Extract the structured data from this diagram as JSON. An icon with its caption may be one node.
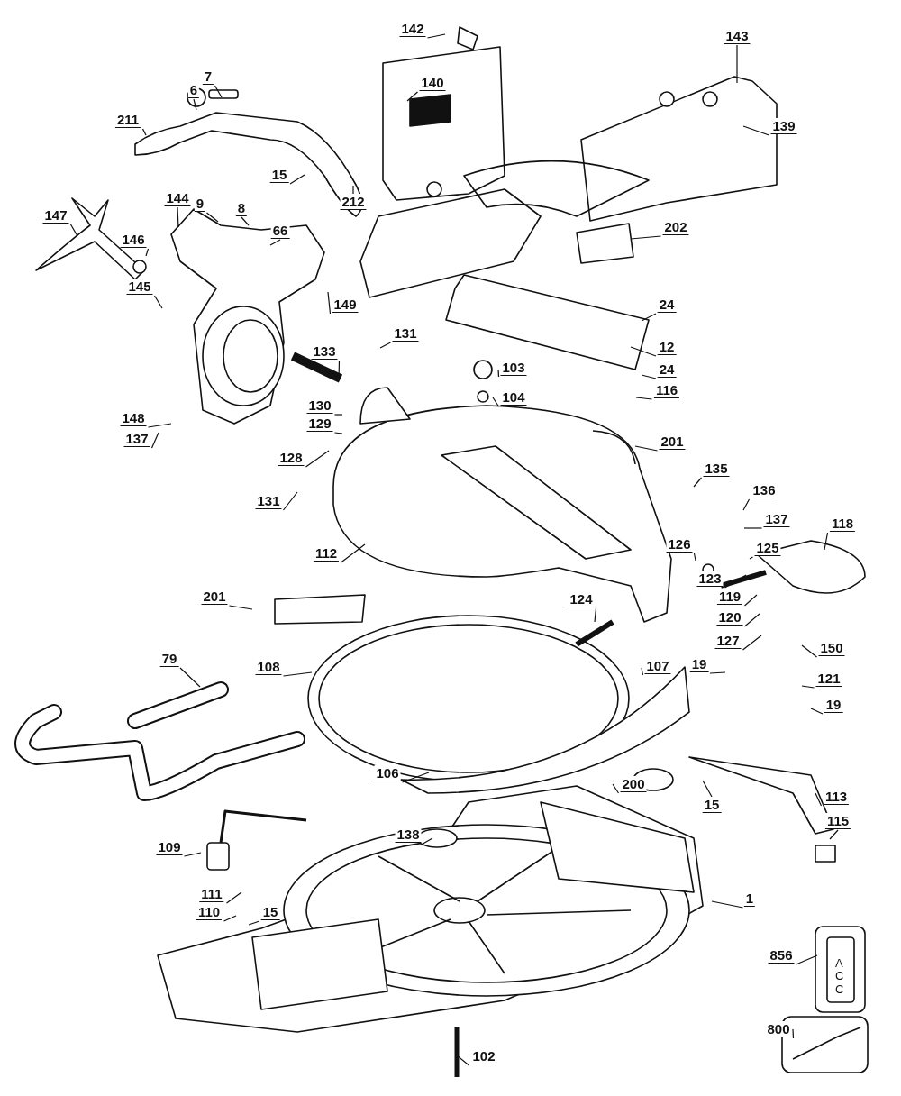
{
  "diagram": {
    "nodes": [
      {
        "text": [
          "142"
        ]
      },
      {
        "text": [
          "143"
        ]
      },
      {
        "text": [
          "140"
        ]
      },
      {
        "text": [
          "6"
        ]
      },
      {
        "text": [
          "7"
        ]
      },
      {
        "text": [
          "211"
        ]
      },
      {
        "text": [
          "139"
        ]
      },
      {
        "text": [
          "15"
        ]
      },
      {
        "text": [
          "212"
        ]
      },
      {
        "text": [
          "144"
        ]
      },
      {
        "text": [
          "9"
        ]
      },
      {
        "text": [
          "8"
        ]
      },
      {
        "text": [
          "66"
        ]
      },
      {
        "text": [
          "202"
        ]
      },
      {
        "text": [
          "147"
        ]
      },
      {
        "text": [
          "146"
        ]
      },
      {
        "text": [
          "145"
        ]
      },
      {
        "text": [
          "149"
        ]
      },
      {
        "text": [
          "24"
        ]
      },
      {
        "text": [
          "131"
        ]
      },
      {
        "text": [
          "133"
        ]
      },
      {
        "text": [
          "12"
        ]
      },
      {
        "text": [
          "103"
        ]
      },
      {
        "text": [
          "24"
        ]
      },
      {
        "text": [
          "104"
        ]
      },
      {
        "text": [
          "116"
        ]
      },
      {
        "text": [
          "130"
        ]
      },
      {
        "text": [
          "148"
        ]
      },
      {
        "text": [
          "129"
        ]
      },
      {
        "text": [
          "137"
        ]
      },
      {
        "text": [
          "128"
        ]
      },
      {
        "text": [
          "201"
        ]
      },
      {
        "text": [
          "135"
        ]
      },
      {
        "text": [
          "136"
        ]
      },
      {
        "text": [
          "131"
        ]
      },
      {
        "text": [
          "137"
        ]
      },
      {
        "text": [
          "118"
        ]
      },
      {
        "text": [
          "126"
        ]
      },
      {
        "text": [
          "125"
        ]
      },
      {
        "text": [
          "112"
        ]
      },
      {
        "text": [
          "123"
        ]
      },
      {
        "text": [
          "119"
        ]
      },
      {
        "text": [
          "201"
        ]
      },
      {
        "text": [
          "124"
        ]
      },
      {
        "text": [
          "120"
        ]
      },
      {
        "text": [
          "127"
        ]
      },
      {
        "text": [
          "150"
        ]
      },
      {
        "text": [
          "79"
        ]
      },
      {
        "text": [
          "107"
        ]
      },
      {
        "text": [
          "108"
        ]
      },
      {
        "text": [
          "19"
        ]
      },
      {
        "text": [
          "121"
        ]
      },
      {
        "text": [
          "19"
        ]
      },
      {
        "text": [
          "106"
        ]
      },
      {
        "text": [
          "200"
        ]
      },
      {
        "text": [
          "15"
        ]
      },
      {
        "text": [
          "113"
        ]
      },
      {
        "text": [
          "115"
        ]
      },
      {
        "text": [
          "109"
        ]
      },
      {
        "text": [
          "138"
        ]
      },
      {
        "text": [
          "1"
        ]
      },
      {
        "text": [
          "111"
        ]
      },
      {
        "text": [
          "15"
        ]
      },
      {
        "text": [
          "110"
        ]
      },
      {
        "text": [
          "856"
        ]
      },
      {
        "text": [
          "102"
        ]
      },
      {
        "text": [
          "800"
        ]
      }
    ],
    "edges": [
      {
        "from": 0,
        "to": null,
        "arrow": "none"
      },
      {
        "from": 1,
        "to": null,
        "arrow": "none"
      },
      {
        "from": 2,
        "to": null,
        "arrow": "none"
      },
      {
        "from": 3,
        "to": null,
        "arrow": "none"
      },
      {
        "from": 4,
        "to": null,
        "arrow": "none"
      },
      {
        "from": 5,
        "to": null,
        "arrow": "none"
      },
      {
        "from": 6,
        "to": null,
        "arrow": "none"
      },
      {
        "from": 7,
        "to": null,
        "arrow": "none"
      },
      {
        "from": 8,
        "to": null,
        "arrow": "none"
      },
      {
        "from": 9,
        "to": null,
        "arrow": "none"
      },
      {
        "from": 10,
        "to": null,
        "arrow": "none"
      },
      {
        "from": 11,
        "to": null,
        "arrow": "none"
      },
      {
        "from": 12,
        "to": null,
        "arrow": "none"
      },
      {
        "from": 13,
        "to": null,
        "arrow": "none"
      },
      {
        "from": 14,
        "to": null,
        "arrow": "none"
      },
      {
        "from": 15,
        "to": null,
        "arrow": "none"
      },
      {
        "from": 16,
        "to": null,
        "arrow": "none"
      },
      {
        "from": 17,
        "to": null,
        "arrow": "none"
      },
      {
        "from": 18,
        "to": null,
        "arrow": "none"
      },
      {
        "from": 19,
        "to": null,
        "arrow": "none"
      },
      {
        "from": 20,
        "to": null,
        "arrow": "none"
      },
      {
        "from": 21,
        "to": null,
        "arrow": "none"
      },
      {
        "from": 22,
        "to": null,
        "arrow": "none"
      },
      {
        "from": 23,
        "to": null,
        "arrow": "none"
      },
      {
        "from": 24,
        "to": null,
        "arrow": "none"
      },
      {
        "from": 25,
        "to": null,
        "arrow": "none"
      },
      {
        "from": 26,
        "to": null,
        "arrow": "none"
      },
      {
        "from": 27,
        "to": null,
        "arrow": "none"
      },
      {
        "from": 28,
        "to": null,
        "arrow": "none"
      },
      {
        "from": 29,
        "to": null,
        "arrow": "none"
      },
      {
        "from": 30,
        "to": null,
        "arrow": "none"
      },
      {
        "from": 31,
        "to": null,
        "arrow": "none"
      },
      {
        "from": 32,
        "to": null,
        "arrow": "none"
      },
      {
        "from": 33,
        "to": null,
        "arrow": "none"
      },
      {
        "from": 34,
        "to": null,
        "arrow": "none"
      },
      {
        "from": 35,
        "to": null,
        "arrow": "none"
      },
      {
        "from": 36,
        "to": null,
        "arrow": "none"
      },
      {
        "from": 37,
        "to": null,
        "arrow": "none"
      },
      {
        "from": 38,
        "to": null,
        "arrow": "none"
      },
      {
        "from": 39,
        "to": null,
        "arrow": "none"
      },
      {
        "from": 40,
        "to": null,
        "arrow": "none"
      },
      {
        "from": 41,
        "to": null,
        "arrow": "none"
      },
      {
        "from": 42,
        "to": null,
        "arrow": "none"
      },
      {
        "from": 43,
        "to": null,
        "arrow": "none"
      },
      {
        "from": 44,
        "to": null,
        "arrow": "none"
      },
      {
        "from": 45,
        "to": null,
        "arrow": "none"
      },
      {
        "from": 46,
        "to": null,
        "arrow": "none"
      },
      {
        "from": 47,
        "to": null,
        "arrow": "none"
      },
      {
        "from": 48,
        "to": null,
        "arrow": "none"
      },
      {
        "from": 49,
        "to": null,
        "arrow": "none"
      },
      {
        "from": 50,
        "to": null,
        "arrow": "none"
      },
      {
        "from": 51,
        "to": null,
        "arrow": "none"
      },
      {
        "from": 52,
        "to": null,
        "arrow": "none"
      },
      {
        "from": 53,
        "to": null,
        "arrow": "none"
      },
      {
        "from": 54,
        "to": null,
        "arrow": "none"
      },
      {
        "from": 55,
        "to": null,
        "arrow": "none"
      },
      {
        "from": 56,
        "to": null,
        "arrow": "none"
      },
      {
        "from": 57,
        "to": null,
        "arrow": "none"
      },
      {
        "from": 58,
        "to": null,
        "arrow": "none"
      },
      {
        "from": 59,
        "to": null,
        "arrow": "none"
      },
      {
        "from": 60,
        "to": null,
        "arrow": "none"
      },
      {
        "from": 61,
        "to": null,
        "arrow": "none"
      },
      {
        "from": 62,
        "to": null,
        "arrow": "none"
      },
      {
        "from": 63,
        "to": null,
        "arrow": "none"
      },
      {
        "from": 64,
        "to": null,
        "arrow": "none"
      },
      {
        "from": 65,
        "to": null,
        "arrow": "none"
      },
      {
        "from": 66,
        "to": null,
        "arrow": "none"
      }
    ],
    "labels": [
      "ACC"
    ]
  }
}
